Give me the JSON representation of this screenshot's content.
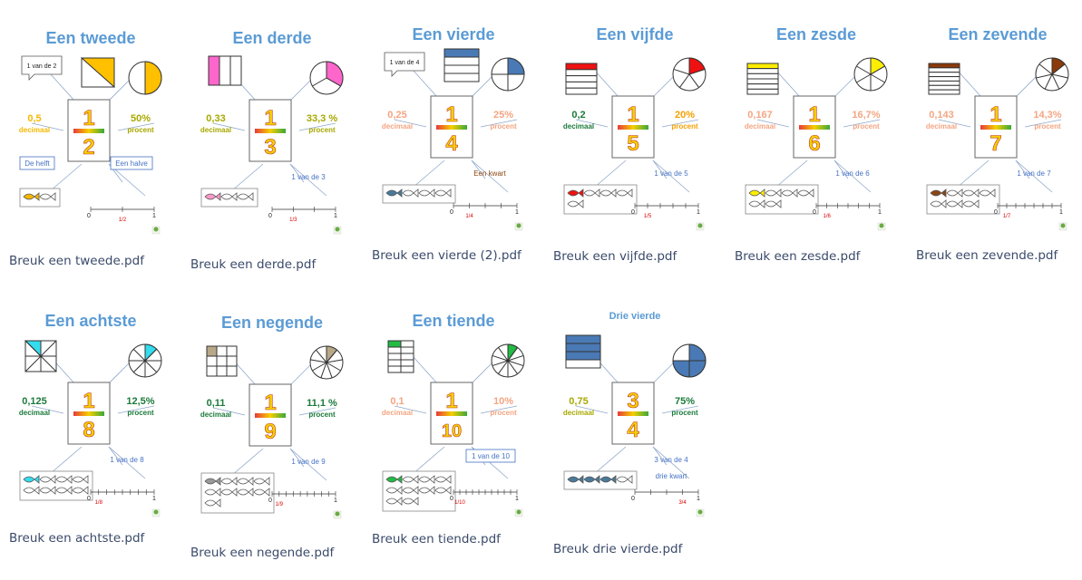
{
  "colors": {
    "title": "#5b9bd5",
    "gold": "#f5b800",
    "olive": "#a8a800",
    "salmon": "#f4a582",
    "green": "#1b7a3a",
    "orange": "#f5a000",
    "blue": "#4472c4",
    "filename": "#3a4a6a"
  },
  "files": [
    {
      "filename": "Breuk een tweede.pdf",
      "title": "Een tweede",
      "num": "1",
      "den": "2",
      "decimal": "0,5",
      "decimal_label": "decimaal",
      "percent": "50%",
      "percent_label": "procent",
      "note": "",
      "extra1": "De helft",
      "extra2": "Een halve",
      "bubble": "1 van de 2",
      "shape": "square-tri",
      "fill": "#ffc000",
      "pie_n": 2,
      "pie_color": "#ffc000",
      "fish_total": 2,
      "fish_color": "#f5b800",
      "tick": "1/2",
      "num_color": "#f5b800",
      "pct_color": "#a8a800"
    },
    {
      "filename": "Breuk een derde.pdf",
      "title": "Een derde",
      "num": "1",
      "den": "3",
      "decimal": "0,33",
      "decimal_label": "decimaal",
      "percent": "33,3 %",
      "percent_label": "procent",
      "note": "1 van de 3",
      "extra1": "",
      "extra2": "",
      "bubble": "",
      "shape": "bars-v3",
      "fill": "#ff66cc",
      "pie_n": 3,
      "pie_color": "#ff66cc",
      "fish_total": 3,
      "fish_color": "#ff99cc",
      "tick": "1/3",
      "num_color": "#a8a800",
      "pct_color": "#a8a800"
    },
    {
      "filename": "Breuk een vierde (2).pdf",
      "title": "Een vierde",
      "num": "1",
      "den": "4",
      "decimal": "0,25",
      "decimal_label": "decimaal",
      "percent": "25%",
      "percent_label": "procent",
      "note": "Een kwart",
      "extra1": "",
      "extra2": "",
      "bubble": "1 van de 4",
      "shape": "bars-h4",
      "fill": "#4a7ab5",
      "pie_n": 4,
      "pie_color": "#4a7ab5",
      "fish_total": 4,
      "fish_color": "#4a7a9a",
      "tick": "1/4",
      "num_color": "#f4a582",
      "pct_color": "#f4a582"
    },
    {
      "filename": "Breuk een vijfde.pdf",
      "title": "Een vijfde",
      "num": "1",
      "den": "5",
      "decimal": "0,2",
      "decimal_label": "decimaal",
      "percent": "20%",
      "percent_label": "procent",
      "note": "1 van de 5",
      "extra1": "",
      "extra2": "",
      "bubble": "",
      "shape": "bars-h5",
      "fill": "#ee1111",
      "pie_n": 5,
      "pie_color": "#ee1111",
      "fish_total": 5,
      "fish_color": "#ee1111",
      "tick": "1/5",
      "num_color": "#1b7a3a",
      "pct_color": "#f5a000"
    },
    {
      "filename": "Breuk een zesde.pdf",
      "title": "Een zesde",
      "num": "1",
      "den": "6",
      "decimal": "0,167",
      "decimal_label": "decimaal",
      "percent": "16,7%",
      "percent_label": "procent",
      "note": "1 van de 6",
      "extra1": "",
      "extra2": "",
      "bubble": "",
      "shape": "bars-h6",
      "fill": "#ffee00",
      "pie_n": 6,
      "pie_color": "#ffee00",
      "fish_total": 6,
      "fish_color": "#ffee00",
      "tick": "1/6",
      "num_color": "#f4a582",
      "pct_color": "#f4a582"
    },
    {
      "filename": "Breuk een zevende.pdf",
      "title": "Een zevende",
      "num": "1",
      "den": "7",
      "decimal": "0,143",
      "decimal_label": "decimaal",
      "percent": "14,3%",
      "percent_label": "procent",
      "note": "1 van de 7",
      "extra1": "",
      "extra2": "",
      "bubble": "",
      "shape": "bars-h7",
      "fill": "#8b3a0a",
      "pie_n": 7,
      "pie_color": "#8b3a0a",
      "fish_total": 7,
      "fish_color": "#8b4513",
      "tick": "1/7",
      "num_color": "#f4a582",
      "pct_color": "#f4a582"
    },
    {
      "filename": "Breuk een achtste.pdf",
      "title": "Een achtste",
      "num": "1",
      "den": "8",
      "decimal": "0,125",
      "decimal_label": "decimaal",
      "percent": "12,5%",
      "percent_label": "procent",
      "note": "1 van de 8",
      "extra1": "",
      "extra2": "",
      "bubble": "",
      "shape": "square-8",
      "fill": "#33ddee",
      "pie_n": 8,
      "pie_color": "#33ddee",
      "fish_total": 8,
      "fish_color": "#33ddee",
      "tick": "1/8",
      "num_color": "#1b7a3a",
      "pct_color": "#1b7a3a"
    },
    {
      "filename": "Breuk een negende.pdf",
      "title": "Een negende",
      "num": "1",
      "den": "9",
      "decimal": "0,11",
      "decimal_label": "decimaal",
      "percent": "11,1 %",
      "percent_label": "procent",
      "note": "1 van de 9",
      "extra1": "",
      "extra2": "",
      "bubble": "",
      "shape": "grid-9",
      "fill": "#b8a888",
      "pie_n": 9,
      "pie_color": "#b8a888",
      "fish_total": 9,
      "fish_color": "#999999",
      "tick": "1/9",
      "num_color": "#1b7a3a",
      "pct_color": "#1b7a3a"
    },
    {
      "filename": "Breuk een tiende.pdf",
      "title": "Een tiende",
      "num": "1",
      "den": "10",
      "decimal": "0,1",
      "decimal_label": "decimaal",
      "percent": "10%",
      "percent_label": "procent",
      "note": "1 van de 10",
      "extra1": "",
      "extra2": "",
      "bubble": "",
      "shape": "grid-10",
      "fill": "#22bb44",
      "pie_n": 10,
      "pie_color": "#22bb44",
      "fish_total": 10,
      "fish_color": "#22bb44",
      "tick": "1/10",
      "num_color": "#f4a582",
      "pct_color": "#f4a582"
    },
    {
      "filename": "Breuk drie vierde.pdf",
      "title": "Drie vierde",
      "num": "3",
      "den": "4",
      "decimal": "0,75",
      "decimal_label": "decimaal",
      "percent": "75%",
      "percent_label": "procent",
      "note": "3 van de 4",
      "extra1": "drie kwart",
      "extra2": "",
      "bubble": "",
      "shape": "bars-h4-3",
      "fill": "#4a7ab5",
      "pie_n": 4,
      "pie_color": "#4a7ab5",
      "fish_total": 4,
      "fish_color": "#4a7a9a",
      "tick": "3/4",
      "num_color": "#a8a800",
      "pct_color": "#1b7a3a"
    }
  ]
}
